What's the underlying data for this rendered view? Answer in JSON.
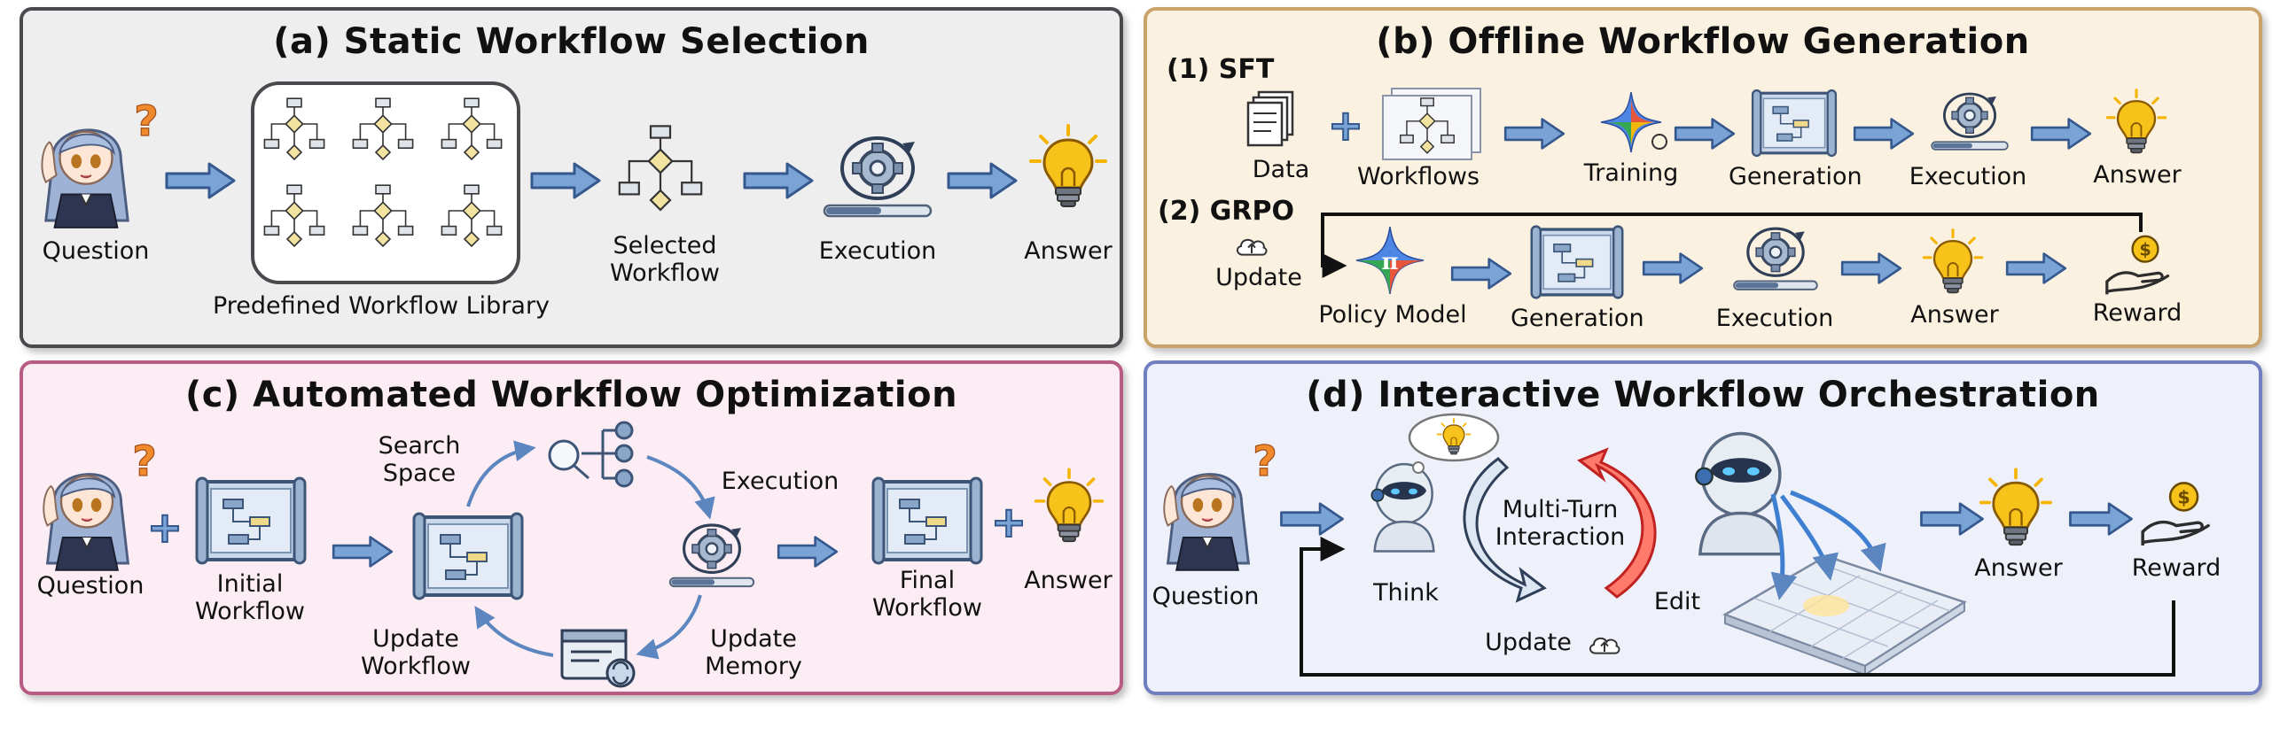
{
  "colors": {
    "panel_a_bg": "#eeeeef",
    "panel_a_border": "#4a4a4e",
    "panel_b_bg": "#fbf1e1",
    "panel_b_border": "#c8a46a",
    "panel_c_bg": "#fcecf3",
    "panel_c_border": "#b95c84",
    "panel_d_bg": "#eef0fa",
    "panel_d_border": "#6f7fc0",
    "arrow_fill": "#7aa3d6",
    "arrow_stroke": "#35588e",
    "bulb": "#f7c31b",
    "gear": "#7a8aa0"
  },
  "panel_a": {
    "title": "(a) Static Workflow Selection",
    "question": "Question",
    "library": "Predefined Workflow Library",
    "selected": "Selected Workflow",
    "execution": "Execution",
    "answer": "Answer"
  },
  "panel_b": {
    "title": "(b) Offline Workflow Generation",
    "sft_label": "(1) SFT",
    "grpo_label": "(2) GRPO",
    "sft": {
      "data": "Data",
      "workflows": "Workflows",
      "training": "Training",
      "generation": "Generation",
      "execution": "Execution",
      "answer": "Answer"
    },
    "grpo": {
      "update": "Update",
      "policy": "Policy Model",
      "generation": "Generation",
      "execution": "Execution",
      "answer": "Answer",
      "reward": "Reward"
    }
  },
  "panel_c": {
    "title": "(c) Automated Workflow Optimization",
    "question": "Question",
    "initial": "Initial Workflow",
    "search_space": "Search Space",
    "execution": "Execution",
    "update_memory": "Update Memory",
    "update_workflow": "Update Workflow",
    "final": "Final Workflow",
    "answer": "Answer"
  },
  "panel_d": {
    "title": "(d) Interactive Workflow Orchestration",
    "question": "Question",
    "think": "Think",
    "interaction": "Multi-Turn Interaction",
    "edit": "Edit",
    "update": "Update",
    "answer": "Answer",
    "reward": "Reward"
  }
}
